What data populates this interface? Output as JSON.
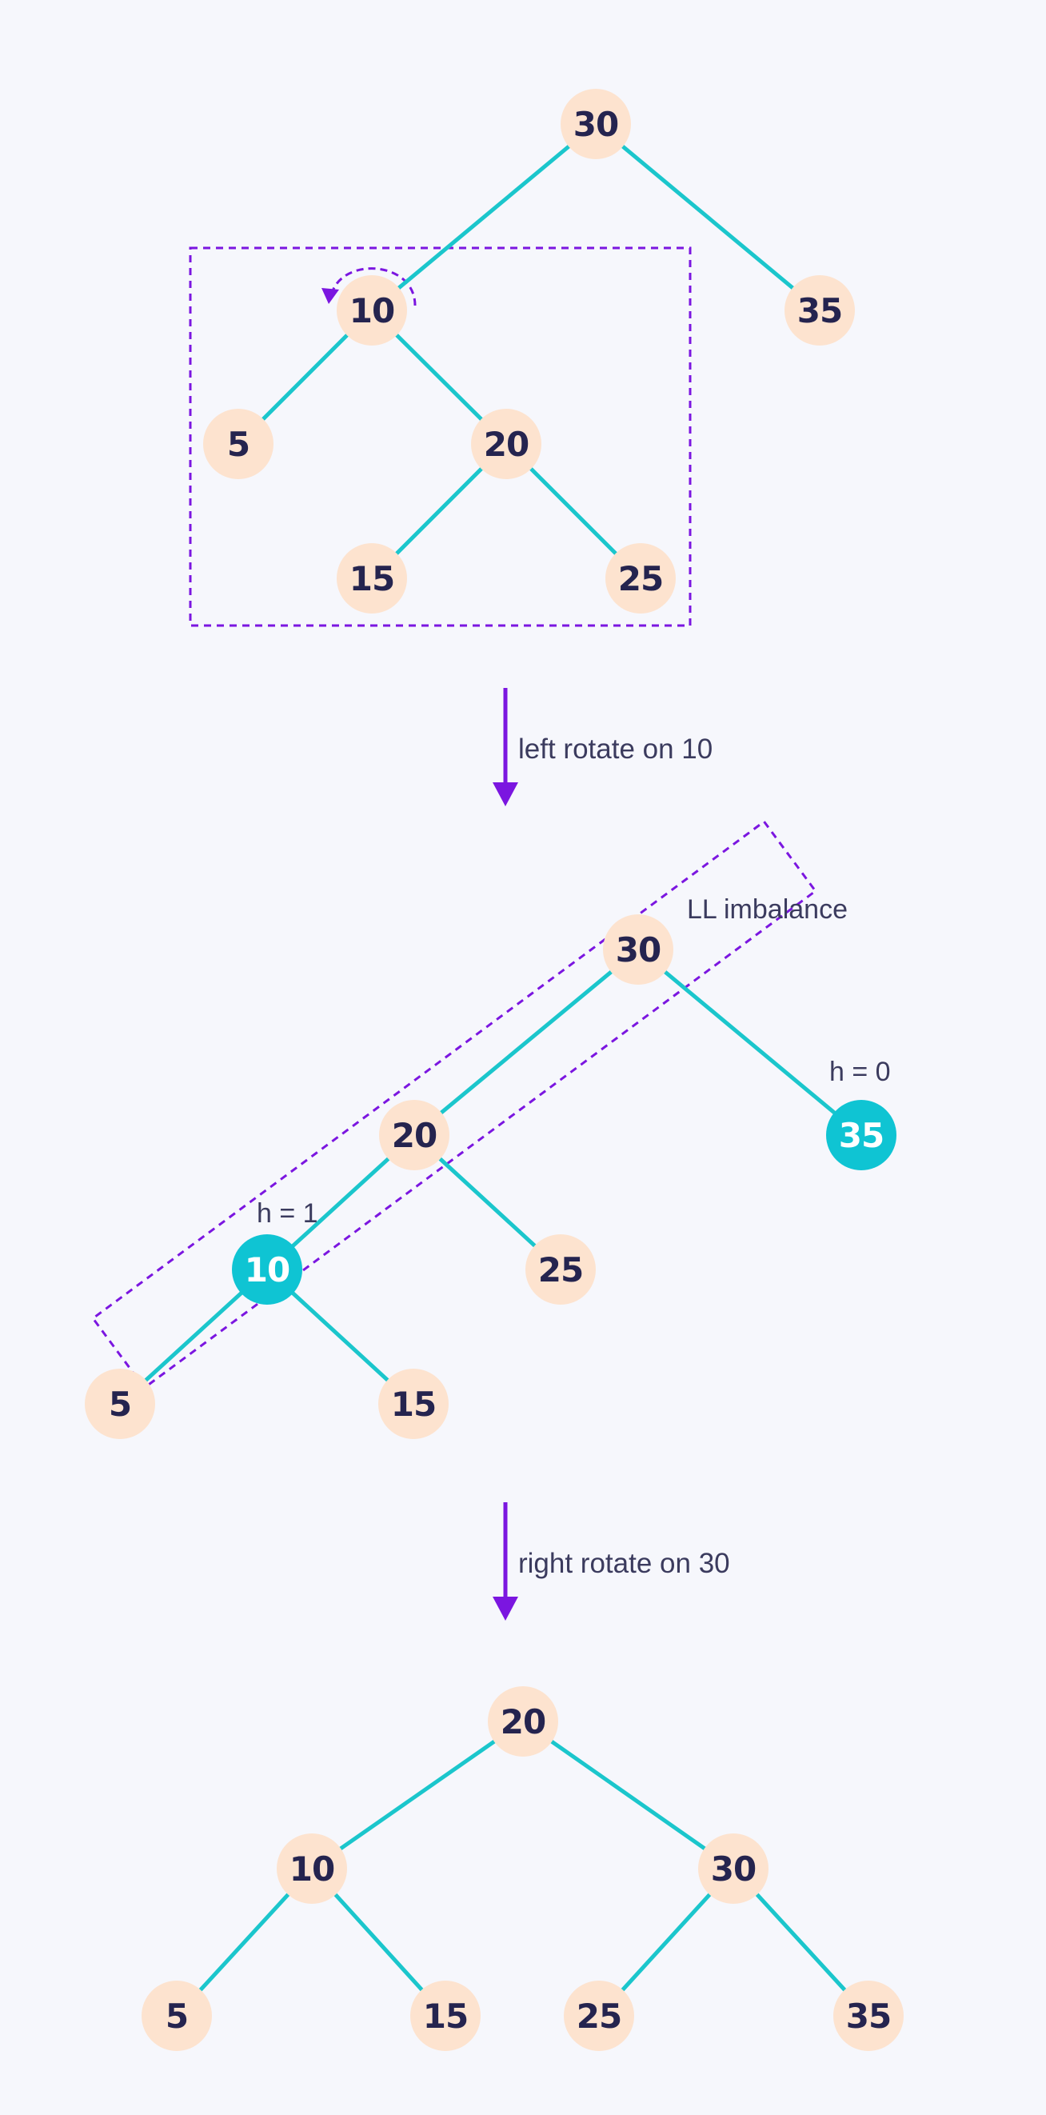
{
  "colors": {
    "background": "#f6f7fc",
    "node_fill": "#fde3cf",
    "node_highlight": "#0fc4d3",
    "node_text": "#25244f",
    "node_text_highlight": "#ffffff",
    "edge": "#1bc6cc",
    "accent": "#7b16e0"
  },
  "steps": [
    {
      "label": "left rotate on 10"
    },
    {
      "label": "right rotate on 30"
    }
  ],
  "annotations": {
    "imbalance_label": "LL imbalance",
    "height_right": "h = 0",
    "height_left": "h = 1"
  },
  "trees": [
    {
      "id": "before",
      "nodes": [
        "30",
        "10",
        "35",
        "5",
        "20",
        "15",
        "25"
      ],
      "edges": [
        [
          "30",
          "10"
        ],
        [
          "30",
          "35"
        ],
        [
          "10",
          "5"
        ],
        [
          "10",
          "20"
        ],
        [
          "20",
          "15"
        ],
        [
          "20",
          "25"
        ]
      ],
      "highlighted": []
    },
    {
      "id": "after-left-rotate",
      "nodes": [
        "30",
        "20",
        "35",
        "10",
        "25",
        "5",
        "15"
      ],
      "edges": [
        [
          "30",
          "20"
        ],
        [
          "30",
          "35"
        ],
        [
          "20",
          "10"
        ],
        [
          "20",
          "25"
        ],
        [
          "10",
          "5"
        ],
        [
          "10",
          "15"
        ]
      ],
      "highlighted": [
        "10",
        "35"
      ]
    },
    {
      "id": "after-right-rotate",
      "nodes": [
        "20",
        "10",
        "30",
        "5",
        "15",
        "25",
        "35"
      ],
      "edges": [
        [
          "20",
          "10"
        ],
        [
          "20",
          "30"
        ],
        [
          "10",
          "5"
        ],
        [
          "10",
          "15"
        ],
        [
          "30",
          "25"
        ],
        [
          "30",
          "35"
        ]
      ],
      "highlighted": []
    }
  ]
}
